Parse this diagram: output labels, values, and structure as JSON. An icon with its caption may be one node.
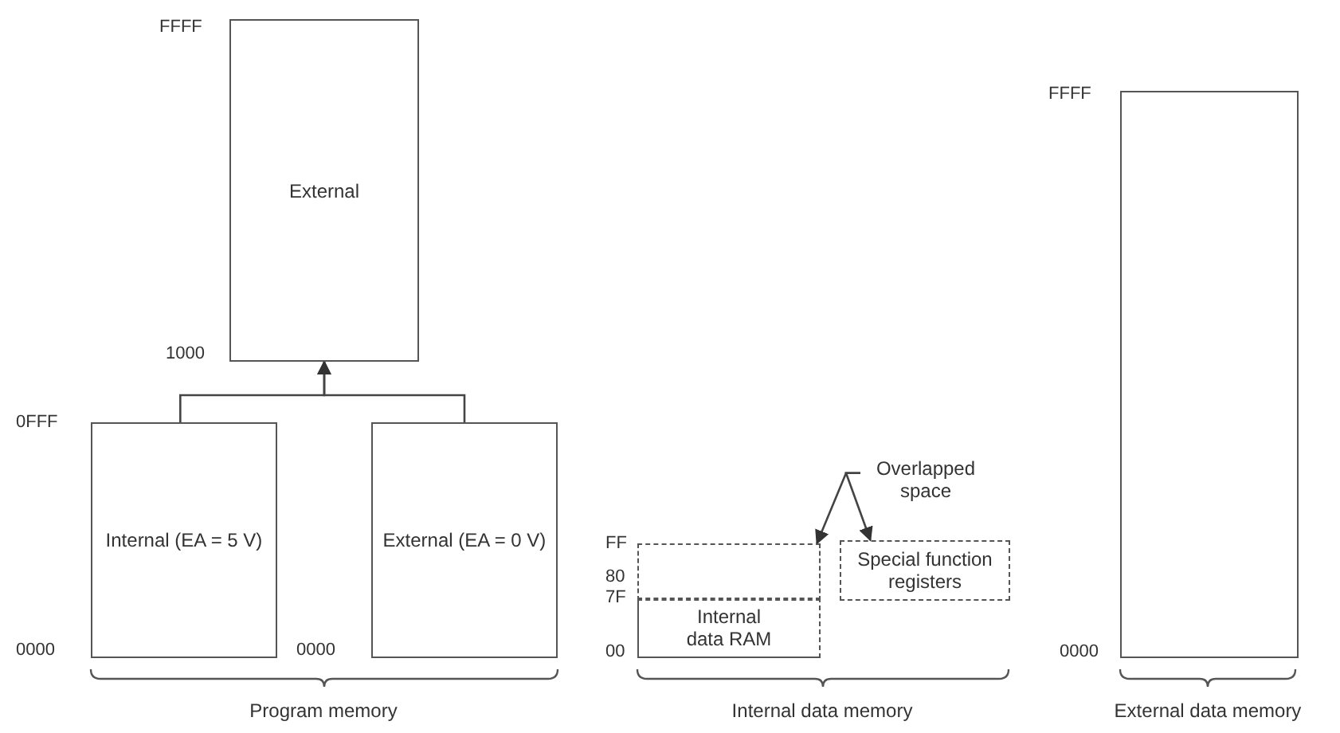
{
  "diagram": {
    "nodes": [
      {
        "text": [
          "External"
        ]
      },
      {
        "text": [
          "Internal (EA = 5 V)"
        ]
      },
      {
        "text": [
          "External (EA = 0 V)"
        ]
      },
      {
        "text": [],
        "shape": "box"
      },
      {
        "text": [
          "Internal data RAM"
        ]
      },
      {
        "text": [
          "Special function registers"
        ]
      },
      {
        "text": [
          "Overlapped space"
        ]
      },
      {
        "text": [],
        "shape": "box"
      }
    ],
    "edges": [
      {
        "from": 1,
        "to": 0,
        "arrow": "to"
      },
      {
        "from": 2,
        "to": 0,
        "arrow": "to"
      },
      {
        "from": 6,
        "to": 3,
        "arrow": "to"
      },
      {
        "from": 6,
        "to": 5,
        "arrow": "to"
      }
    ],
    "labels": [
      "FFFF",
      "1000",
      "0FFF",
      "0000",
      "0000",
      "Program memory",
      "FF",
      "80",
      "7F",
      "00",
      "Internal data memory",
      "FFFF",
      "0000",
      "External data memory"
    ]
  }
}
